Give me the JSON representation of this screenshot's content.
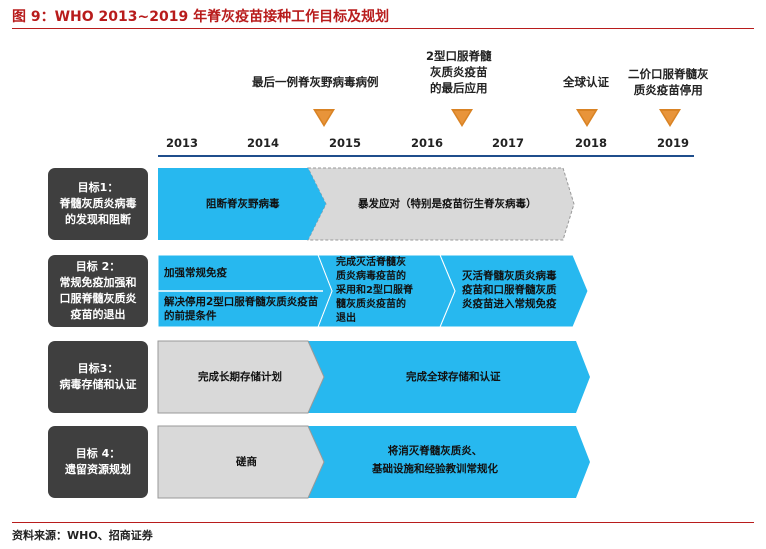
{
  "title": "图 9：WHO 2013~2019 年脊灰疫苗接种工作目标及规划",
  "events": [
    {
      "text": "最后一例脊灰野病毒病例"
    },
    {
      "text": "2型口服脊髓\n灰质炎疫苗\n的最后应用"
    },
    {
      "text": "全球认证"
    },
    {
      "text": "二价口服脊髓灰\n质炎疫苗停用"
    }
  ],
  "years": [
    "2013",
    "2014",
    "2015",
    "2016",
    "2017",
    "2018",
    "2019"
  ],
  "goals": [
    {
      "label": "目标1：\n脊髓灰质炎病毒\n的发现和阻断",
      "segments": [
        "阻断脊灰野病毒",
        "暴发应对（特别是疫苗衍生脊灰病毒）"
      ]
    },
    {
      "label": "目标 2：\n常规免疫加强和\n口服脊髓灰质炎\n疫苗的退出",
      "segments": [
        "加强常规免疫",
        "解决停用2型口服脊髓灰质炎疫苗\n的前提条件",
        "完成灭活脊髓灰\n质炎病毒疫苗的\n采用和2型口服脊\n髓灰质炎疫苗的\n退出",
        "灭活脊髓灰质炎病毒\n疫苗和口服脊髓灰质\n炎疫苗进入常规免疫"
      ]
    },
    {
      "label": "目标3：\n病毒存储和认证",
      "segments": [
        "完成长期存储计划",
        "完成全球存储和认证"
      ]
    },
    {
      "label": "目标 4：\n遗留资源规划",
      "segments": [
        "磋商",
        "将消灭脊髓灰质炎、\n基础设施和经验教训常规化"
      ]
    }
  ],
  "colors": {
    "accent": "#b81c1c",
    "cyan": "#27b8ef",
    "gray": "#d9d9d9",
    "goal_bg": "#3f3f3f",
    "marker": "#e8943a"
  },
  "source": "资料来源：WHO、招商证券"
}
